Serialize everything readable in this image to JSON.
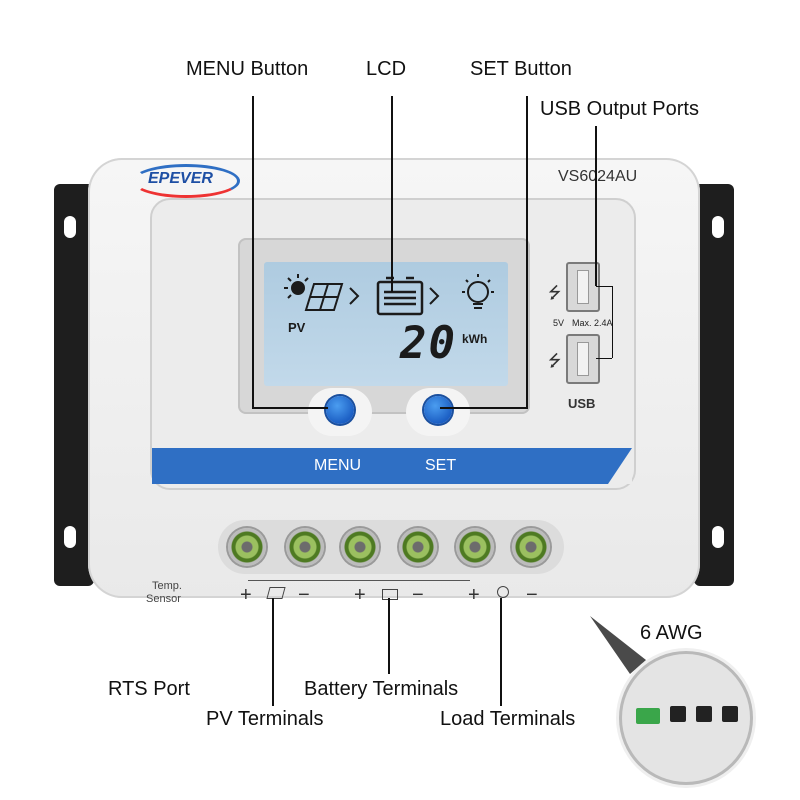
{
  "callouts": {
    "menu_button": "MENU Button",
    "lcd": "LCD",
    "set_button": "SET Button",
    "usb_output_ports": "USB Output Ports",
    "six_awg": "6 AWG",
    "rts_port": "RTS Port",
    "pv_terminals": "PV Terminals",
    "battery_terminals": "Battery Terminals",
    "load_terminals": "Load Terminals"
  },
  "device": {
    "brand": "EPEVER",
    "model": "VS6024AU",
    "menu_label": "MENU",
    "set_label": "SET",
    "usb_label": "USB",
    "usb_rating_v": "5V",
    "usb_rating_a": "Max. 2.4A",
    "temp_sensor_line1": "Temp.",
    "temp_sensor_line2": "Sensor",
    "lcd_pv": "PV",
    "lcd_value": "20",
    "lcd_unit": "kWh",
    "plus": "+",
    "minus": "−"
  },
  "colors": {
    "accent_blue": "#2f6fc4",
    "button_blue": "#1c5fc4",
    "terminal_green": "#6aa33a",
    "bracket": "#1e1e1e"
  }
}
